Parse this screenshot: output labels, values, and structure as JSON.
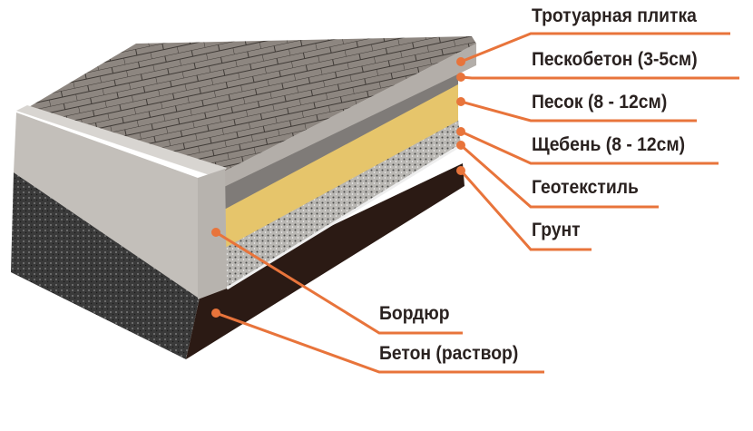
{
  "colors": {
    "leader": "#e8743b",
    "text": "#2a2220",
    "paver": "#8f8983",
    "sand": "#e6c56b",
    "gravel": "#b8b6b2",
    "soil": "#2b1a14",
    "concrete": "#3d3d3d",
    "curb": "#c3bfba"
  },
  "labels": {
    "paving_tile": "Тротуарная плитка",
    "sand_concrete": "Пескобетон (3-5см)",
    "sand": "Песок (8 - 12см)",
    "gravel": "Щебень (8 - 12см)",
    "geotextile": "Геотекстиль",
    "soil": "Грунт",
    "curb": "Бордюр",
    "concrete": "Бетон (раствор)"
  }
}
